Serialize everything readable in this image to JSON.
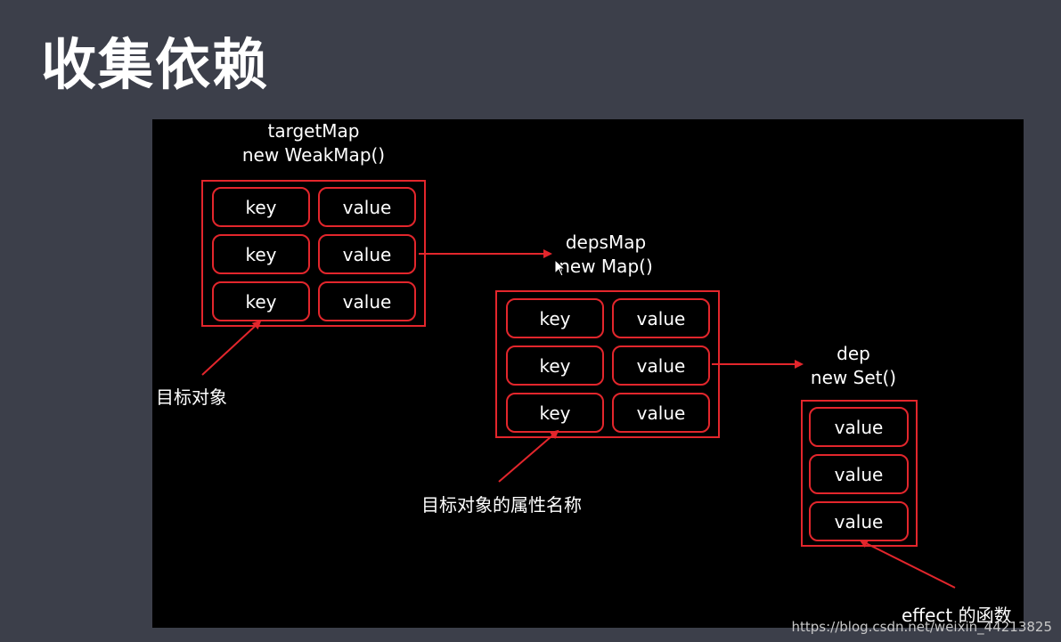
{
  "title": "收集依赖",
  "colors": {
    "accent": "#e3262c",
    "panel": "#000000",
    "background": "#3c3f4a"
  },
  "targetMap": {
    "name": "targetMap",
    "ctor": "new WeakMap()",
    "rows": [
      {
        "key": "key",
        "value": "value"
      },
      {
        "key": "key",
        "value": "value"
      },
      {
        "key": "key",
        "value": "value"
      }
    ]
  },
  "depsMap": {
    "name": "depsMap",
    "ctor": "new Map()",
    "rows": [
      {
        "key": "key",
        "value": "value"
      },
      {
        "key": "key",
        "value": "value"
      },
      {
        "key": "key",
        "value": "value"
      }
    ]
  },
  "dep": {
    "name": "dep",
    "ctor": "new Set()",
    "values": [
      "value",
      "value",
      "value"
    ]
  },
  "annotations": {
    "target_object": "目标对象",
    "target_property": "目标对象的属性名称",
    "effect_fn": "effect 的函数"
  },
  "watermark": "https://blog.csdn.net/weixin_44213825"
}
